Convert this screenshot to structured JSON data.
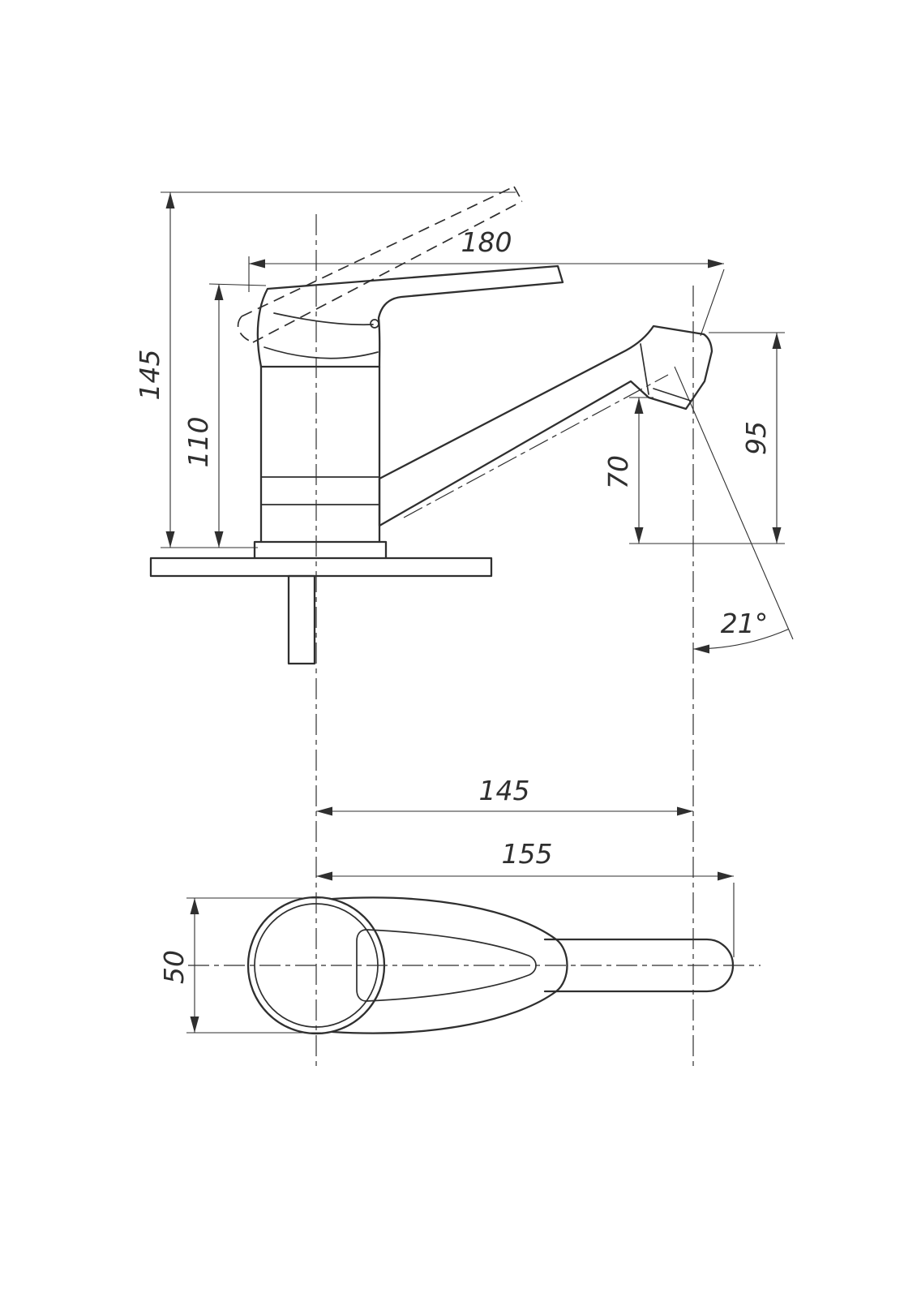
{
  "drawing": {
    "line_color": "#2f2f2f",
    "background_color": "#ffffff",
    "views": {
      "side_view": "faucet-side-elevation",
      "top_view": "faucet-plan-view"
    },
    "dimensions": {
      "spout_reach_overall": "180",
      "overall_height": "145",
      "body_height": "110",
      "spout_outlet_height": "95",
      "aerator_height": "70",
      "spout_angle": "21°",
      "outlet_center_distance": "145",
      "plan_length": "155",
      "plan_width": "50"
    }
  }
}
